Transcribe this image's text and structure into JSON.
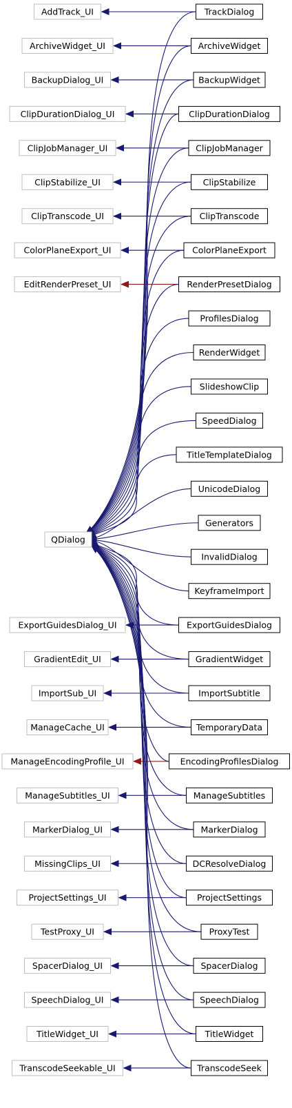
{
  "colors": {
    "public_inheritance": "#191970",
    "protected_inheritance": "#8b1a1a",
    "base_border": "#bfbfbf",
    "derived_border": "#000000"
  },
  "diagram": {
    "center": {
      "id": "qdialog",
      "label": "QDialog"
    },
    "ui_bases": [
      {
        "id": "addtrack_ui",
        "label": "AddTrack_UI"
      },
      {
        "id": "archivewidget_ui",
        "label": "ArchiveWidget_UI"
      },
      {
        "id": "backupdialog_ui",
        "label": "BackupDialog_UI"
      },
      {
        "id": "clipdurationdialog_ui",
        "label": "ClipDurationDialog_UI"
      },
      {
        "id": "clipjobmanager_ui",
        "label": "ClipJobManager_UI"
      },
      {
        "id": "clipstabilize_ui",
        "label": "ClipStabilize_UI"
      },
      {
        "id": "cliptranscode_ui",
        "label": "ClipTranscode_UI"
      },
      {
        "id": "colorplaneexport_ui",
        "label": "ColorPlaneExport_UI"
      },
      {
        "id": "editrenderpreset_ui",
        "label": "EditRenderPreset_UI"
      },
      {
        "id": "exportguidesdialog_ui",
        "label": "ExportGuidesDialog_UI"
      },
      {
        "id": "gradientedit_ui",
        "label": "GradientEdit_UI"
      },
      {
        "id": "importsub_ui",
        "label": "ImportSub_UI"
      },
      {
        "id": "managecache_ui",
        "label": "ManageCache_UI"
      },
      {
        "id": "manageencodingprofile_ui",
        "label": "ManageEncodingProfile_UI"
      },
      {
        "id": "managesubtitles_ui",
        "label": "ManageSubtitles_UI"
      },
      {
        "id": "markerdialog_ui",
        "label": "MarkerDialog_UI"
      },
      {
        "id": "missingclips_ui",
        "label": "MissingClips_UI"
      },
      {
        "id": "projectsettings_ui",
        "label": "ProjectSettings_UI"
      },
      {
        "id": "testproxy_ui",
        "label": "TestProxy_UI"
      },
      {
        "id": "spacerdialog_ui",
        "label": "SpacerDialog_UI"
      },
      {
        "id": "speechdialog_ui",
        "label": "SpeechDialog_UI"
      },
      {
        "id": "titlewidget_ui",
        "label": "TitleWidget_UI"
      },
      {
        "id": "transcodeseekable_ui",
        "label": "TranscodeSeekable_UI"
      }
    ],
    "derived": [
      {
        "id": "trackdialog",
        "label": "TrackDialog",
        "ui_base": "addtrack_ui",
        "ui_edge": "public"
      },
      {
        "id": "archivewidget",
        "label": "ArchiveWidget",
        "ui_base": "archivewidget_ui",
        "ui_edge": "public"
      },
      {
        "id": "backupwidget",
        "label": "BackupWidget",
        "ui_base": "backupdialog_ui",
        "ui_edge": "public"
      },
      {
        "id": "clipdurationdialog",
        "label": "ClipDurationDialog",
        "ui_base": "clipdurationdialog_ui",
        "ui_edge": "public"
      },
      {
        "id": "clipjobmanager",
        "label": "ClipJobManager",
        "ui_base": "clipjobmanager_ui",
        "ui_edge": "public"
      },
      {
        "id": "clipstabilize",
        "label": "ClipStabilize",
        "ui_base": "clipstabilize_ui",
        "ui_edge": "public"
      },
      {
        "id": "cliptranscode",
        "label": "ClipTranscode",
        "ui_base": "cliptranscode_ui",
        "ui_edge": "public"
      },
      {
        "id": "colorplaneexport",
        "label": "ColorPlaneExport",
        "ui_base": "colorplaneexport_ui",
        "ui_edge": "public"
      },
      {
        "id": "renderpresetdialog",
        "label": "RenderPresetDialog",
        "ui_base": "editrenderpreset_ui",
        "ui_edge": "protected"
      },
      {
        "id": "profilesdialog",
        "label": "ProfilesDialog",
        "ui_base": null,
        "ui_edge": null
      },
      {
        "id": "renderwidget",
        "label": "RenderWidget",
        "ui_base": null,
        "ui_edge": null
      },
      {
        "id": "slideshowclip",
        "label": "SlideshowClip",
        "ui_base": null,
        "ui_edge": null
      },
      {
        "id": "speeddialog",
        "label": "SpeedDialog",
        "ui_base": null,
        "ui_edge": null
      },
      {
        "id": "titletemplatedialog",
        "label": "TitleTemplateDialog",
        "ui_base": null,
        "ui_edge": null
      },
      {
        "id": "unicodedialog",
        "label": "UnicodeDialog",
        "ui_base": null,
        "ui_edge": null
      },
      {
        "id": "generators",
        "label": "Generators",
        "ui_base": null,
        "ui_edge": null
      },
      {
        "id": "invaliddialog",
        "label": "InvalidDialog",
        "ui_base": null,
        "ui_edge": null
      },
      {
        "id": "keyframeimport",
        "label": "KeyframeImport",
        "ui_base": null,
        "ui_edge": null
      },
      {
        "id": "exportguidesdialog",
        "label": "ExportGuidesDialog",
        "ui_base": "exportguidesdialog_ui",
        "ui_edge": "public"
      },
      {
        "id": "gradientwidget",
        "label": "GradientWidget",
        "ui_base": "gradientedit_ui",
        "ui_edge": "public"
      },
      {
        "id": "importsubtitle",
        "label": "ImportSubtitle",
        "ui_base": "importsub_ui",
        "ui_edge": "public"
      },
      {
        "id": "temporarydata",
        "label": "TemporaryData",
        "ui_base": "managecache_ui",
        "ui_edge": "public"
      },
      {
        "id": "encodingprofilesdialog",
        "label": "EncodingProfilesDialog",
        "ui_base": "manageencodingprofile_ui",
        "ui_edge": "protected"
      },
      {
        "id": "managesubtitles",
        "label": "ManageSubtitles",
        "ui_base": "managesubtitles_ui",
        "ui_edge": "public"
      },
      {
        "id": "markerdialog",
        "label": "MarkerDialog",
        "ui_base": "markerdialog_ui",
        "ui_edge": "public"
      },
      {
        "id": "dcresolvedialog",
        "label": "DCResolveDialog",
        "ui_base": "missingclips_ui",
        "ui_edge": "public"
      },
      {
        "id": "projectsettings",
        "label": "ProjectSettings",
        "ui_base": "projectsettings_ui",
        "ui_edge": "public"
      },
      {
        "id": "proxytest",
        "label": "ProxyTest",
        "ui_base": "testproxy_ui",
        "ui_edge": "public"
      },
      {
        "id": "spacerdialog",
        "label": "SpacerDialog",
        "ui_base": "spacerdialog_ui",
        "ui_edge": "public"
      },
      {
        "id": "speechdialog",
        "label": "SpeechDialog",
        "ui_base": "speechdialog_ui",
        "ui_edge": "public"
      },
      {
        "id": "titlewidget",
        "label": "TitleWidget",
        "ui_base": "titlewidget_ui",
        "ui_edge": "public"
      },
      {
        "id": "transcodeseek",
        "label": "TranscodeSeek",
        "ui_base": "transcodeseekable_ui",
        "ui_edge": "public"
      }
    ]
  }
}
